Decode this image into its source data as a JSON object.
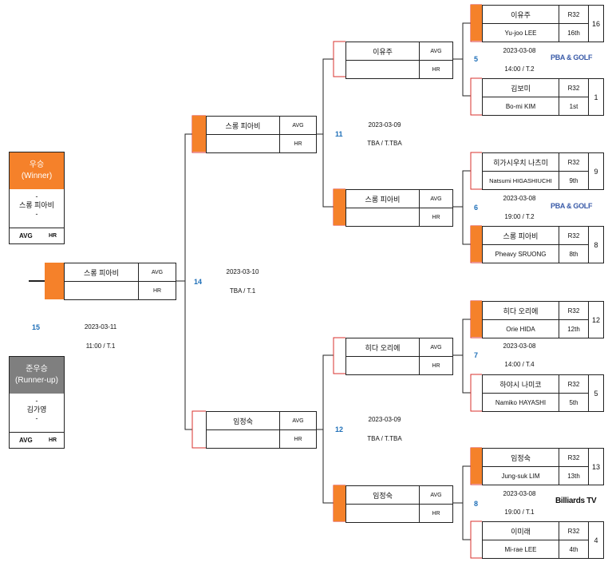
{
  "winner": {
    "title": "우승",
    "subtitle": "(Winner)",
    "dash1": "-",
    "name": "스롱 피아비",
    "dash2": "-",
    "avg": "AVG",
    "hr": "HR"
  },
  "runnerup": {
    "title": "준우승",
    "subtitle": "(Runner-up)",
    "dash1": "-",
    "name": "김가영",
    "dash2": "-",
    "avg": "AVG",
    "hr": "HR"
  },
  "labels": {
    "avg": "AVG",
    "hr": "HR"
  },
  "final": {
    "num": "15",
    "date": "2023-03-11",
    "time": "11:00 /  T.1",
    "player": "스롱 피아비"
  },
  "semis": [
    {
      "num": "14",
      "date": "2023-03-10",
      "time": "TBA /  T.1",
      "top": "스롱 피아비",
      "bottom": "임정숙"
    }
  ],
  "quarters": [
    {
      "num": "11",
      "date": "2023-03-09",
      "time": "TBA /  T.TBA",
      "top": "이유주",
      "bottom": "스롱 피아비"
    },
    {
      "num": "12",
      "date": "2023-03-09",
      "time": "TBA /  T.TBA",
      "top": "히다 오리에",
      "bottom": "임정숙"
    }
  ],
  "r16": [
    {
      "num": "5",
      "date": "2023-03-08",
      "time": "14:00 /  T.2",
      "logo": "PBA & GOLF",
      "p1": {
        "kr": "이유주",
        "en": "Yu-joo LEE",
        "round": "R32",
        "rank": "16th",
        "seed": "16"
      },
      "p2": {
        "kr": "김보미",
        "en": "Bo-mi KIM",
        "round": "R32",
        "rank": "1st",
        "seed": "1"
      }
    },
    {
      "num": "6",
      "date": "2023-03-08",
      "time": "19:00 /  T.2",
      "logo": "PBA & GOLF",
      "p1": {
        "kr": "히가시우치 나츠미",
        "en": "Natsumi HIGASHIUCHI",
        "round": "R32",
        "rank": "9th",
        "seed": "9"
      },
      "p2": {
        "kr": "스롱 피아비",
        "en": "Pheavy SRUONG",
        "round": "R32",
        "rank": "8th",
        "seed": "8"
      }
    },
    {
      "num": "7",
      "date": "2023-03-08",
      "time": "14:00 /  T.4",
      "logo": "",
      "p1": {
        "kr": "히다 오리에",
        "en": "Orie HIDA",
        "round": "R32",
        "rank": "12th",
        "seed": "12"
      },
      "p2": {
        "kr": "하야시 나미코",
        "en": "Namiko HAYASHI",
        "round": "R32",
        "rank": "5th",
        "seed": "5"
      }
    },
    {
      "num": "8",
      "date": "2023-03-08",
      "time": "19:00 /  T.1",
      "logo": "Billiards TV",
      "p1": {
        "kr": "임정숙",
        "en": "Jung-suk LIM",
        "round": "R32",
        "rank": "13th",
        "seed": "13"
      },
      "p2": {
        "kr": "이미래",
        "en": "Mi-rae LEE",
        "round": "R32",
        "rank": "4th",
        "seed": "4"
      }
    }
  ],
  "colors": {
    "orange": "#f5812a",
    "gray": "#7f7f7f",
    "blue": "#1e6fb8",
    "red": "#d9302c"
  }
}
